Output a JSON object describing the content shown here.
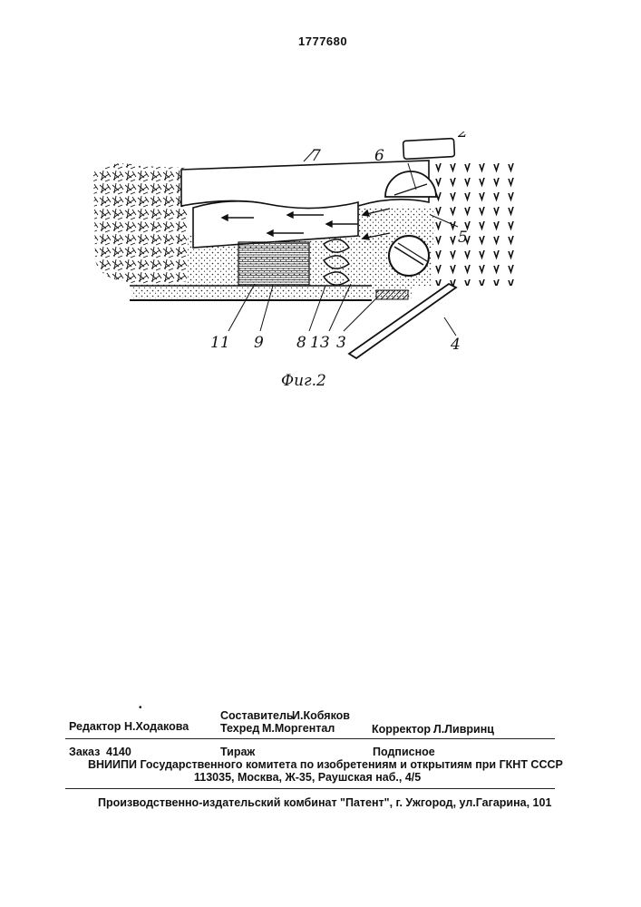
{
  "patent_number": "1777680",
  "figure": {
    "caption": "Фиг.2",
    "labels": [
      "2",
      "7",
      "6",
      "5",
      "11",
      "9",
      "8",
      "13",
      "3",
      "4"
    ]
  },
  "imprint": {
    "composer_label": "Составитель",
    "composer_name": "И.Кобяков",
    "editor_label": "Редактор",
    "editor_name": "Н.Ходакова",
    "techred_label": "Техред",
    "techred_name": "М.Моргентал",
    "corrector_label": "Корректор",
    "corrector_name": "Л.Ливринц",
    "order_label": "Заказ",
    "order_number": "4140",
    "circulation_label": "Тираж",
    "subscription_label": "Подписное",
    "org_line": "ВНИИПИ Государственного комитета по изобретениям и открытиям при ГКНТ СССР",
    "address_line": "113035, Москва, Ж-35, Раушская наб., 4/5",
    "publisher_line": "Производственно-издательский комбинат \"Патент\", г. Ужгород, ул.Гагарина, 101"
  }
}
